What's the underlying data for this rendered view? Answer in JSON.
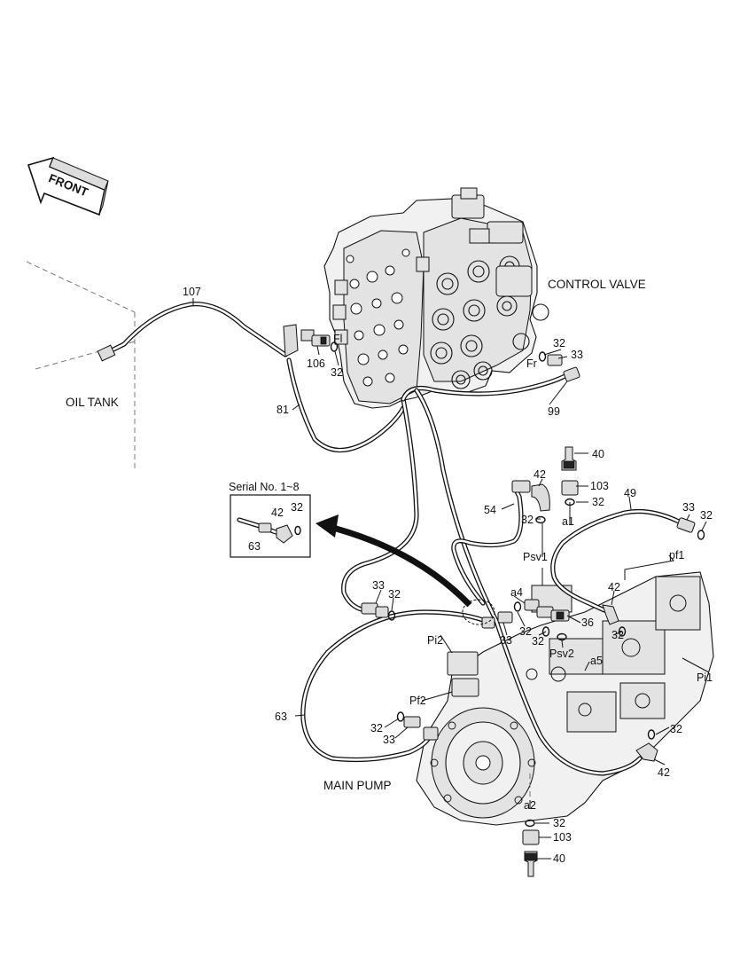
{
  "direction": "FRONT",
  "components": {
    "control_valve": "CONTROL VALVE",
    "oil_tank": "OIL TANK",
    "main_pump": "MAIN PUMP"
  },
  "inset": {
    "title": "Serial No. 1~8",
    "parts": [
      "42",
      "32",
      "63"
    ]
  },
  "part_labels": {
    "p107": "107",
    "p81": "81",
    "p106": "106",
    "p32_fl": "32",
    "port_fl": "Fl",
    "p32_fr": "32",
    "p33_fr": "33",
    "port_fr": "Fr",
    "p99": "99",
    "p40_top": "40",
    "p103_top": "103",
    "p32_top": "32",
    "p42_mid": "42",
    "p54": "54",
    "p32_mid": "32",
    "port_a1": "a1",
    "p49": "49",
    "p33_right": "33",
    "p32_right": "32",
    "port_pf1": "pf1",
    "port_psv1": "Psv1",
    "p33_left": "33",
    "p32_left": "32",
    "port_a4": "a4",
    "p42_right": "42",
    "p36": "36",
    "p32_center_a": "32",
    "p33_center": "33",
    "p32_center_b": "32",
    "p32_right_b": "32",
    "port_psv2": "Psv2",
    "port_a5": "a5",
    "port_pi2": "Pi2",
    "port_pi1": "Pi1",
    "port_pf2": "Pf2",
    "p63": "63",
    "p32_pump": "32",
    "p33_pump": "33",
    "p32_lower_right": "32",
    "p42_lower_right": "42",
    "port_a2": "a2",
    "p32_bottom": "32",
    "p103_bottom": "103",
    "p40_bottom": "40"
  }
}
